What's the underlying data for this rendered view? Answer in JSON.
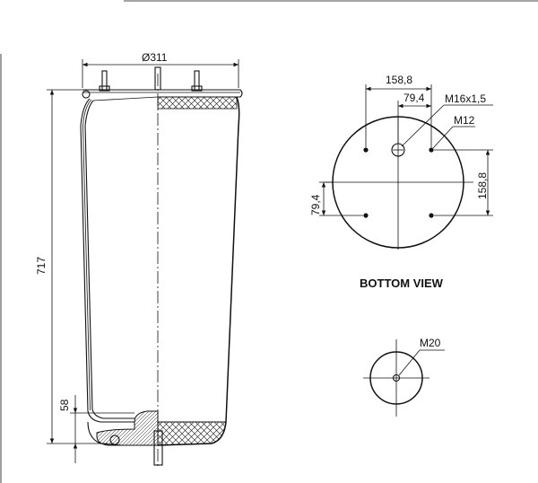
{
  "side_view": {
    "diameter_label": "Ø311",
    "height_label": "717",
    "piston_height_label": "58"
  },
  "bottom_view": {
    "title": "BOTTOM VIEW",
    "horizontal_outer_label": "158,8",
    "horizontal_inner_label": "79,4",
    "vertical_outer_label": "158,8",
    "vertical_inner_label": "79,4",
    "center_thread_label": "M16x1,5",
    "stud_thread_label": "M12"
  },
  "piston_view": {
    "thread_label": "M20"
  },
  "colors": {
    "line": "#111111",
    "background": "#ffffff"
  }
}
